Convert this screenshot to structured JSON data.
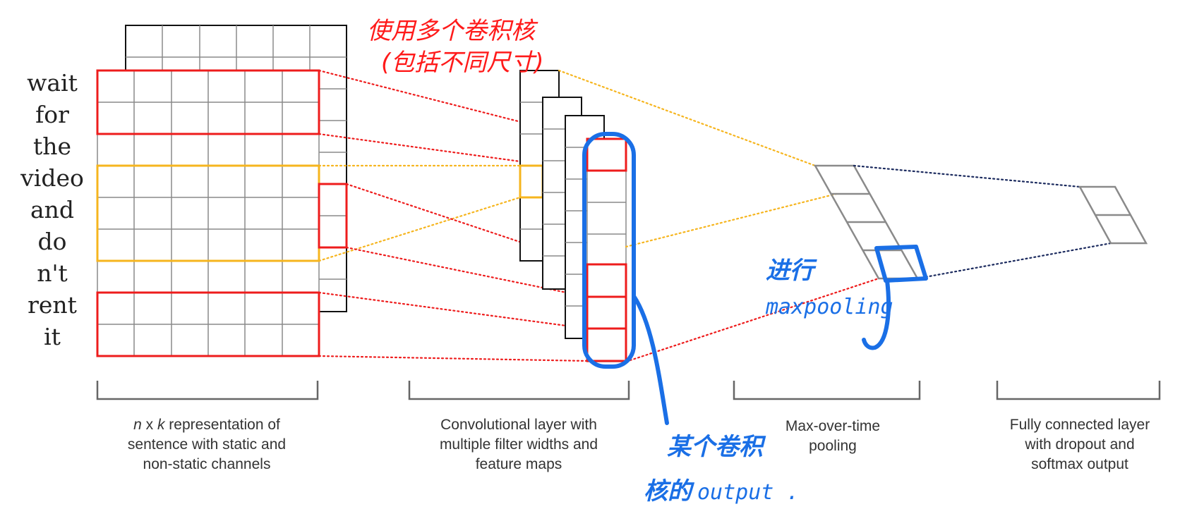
{
  "sentence_words": [
    "wait",
    "for",
    "the",
    "video",
    "and",
    "do",
    "n't",
    "rent",
    "it"
  ],
  "captions": {
    "input": {
      "line1_n": "n",
      "line1_x": " x ",
      "line1_k": "k",
      "line1_rest": " representation of",
      "line2": "sentence with static and",
      "line3": "non-static channels"
    },
    "conv": {
      "line1": "Convolutional layer with",
      "line2": "multiple filter widths and",
      "line3": "feature maps"
    },
    "pool": {
      "line1": "Max-over-time",
      "line2": "pooling"
    },
    "fc": {
      "line1": "Fully connected layer",
      "line2": "with dropout and",
      "line3": "softmax output"
    }
  },
  "annotations": {
    "red_line1": "使用多个卷积核",
    "red_line2": "(包括不同尺寸)",
    "blue_pool_line1": "进行",
    "blue_pool_line2": "maxpooling",
    "blue_out_line1": "某个卷积",
    "blue_out_line2_cn": "核的",
    "blue_out_line2_en": "output ."
  },
  "colors": {
    "red": "#ee1c1c",
    "orange": "#f6b51e",
    "navy": "#1b2a5e",
    "blue_annotation": "#1a6fe6",
    "grid_gray": "#8a8a8a"
  }
}
